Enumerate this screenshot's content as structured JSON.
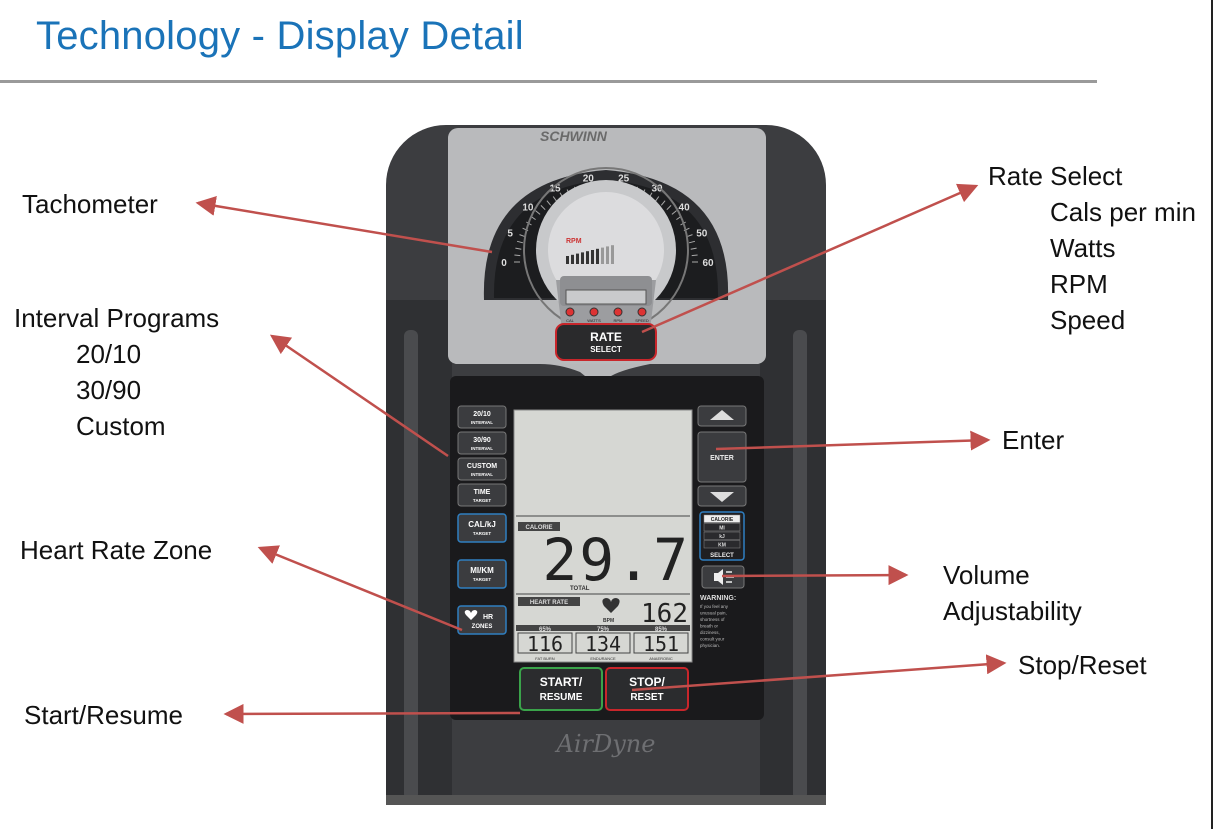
{
  "title": "Technology - Display Detail",
  "labels": {
    "tachometer": "Tachometer",
    "interval_programs": {
      "heading": "Interval Programs",
      "items": [
        "20/10",
        "30/90",
        "Custom"
      ]
    },
    "heart_rate_zone": "Heart Rate Zone",
    "start_resume": "Start/Resume",
    "rate_select": {
      "heading": "Rate Select",
      "items": [
        "Cals per min",
        "Watts",
        "RPM",
        "Speed"
      ]
    },
    "enter": "Enter",
    "volume": {
      "line1": "Volume",
      "line2": "Adjustability"
    },
    "stop_reset": "Stop/Reset"
  },
  "device": {
    "brand": "SCHWINN",
    "script_logo": "AirDyne",
    "gauge_scale": [
      "0",
      "5",
      "10",
      "15",
      "20",
      "25",
      "30",
      "40",
      "50",
      "60"
    ],
    "gauge_inner_text": "RPM",
    "gauge_inner_labels": [
      "CAL",
      "WATTS",
      "RPM",
      "SPEED"
    ],
    "rate_select_button": {
      "line1": "RATE",
      "line2": "SELECT"
    },
    "left_buttons": [
      {
        "line1": "20/10",
        "line2": "INTERVAL"
      },
      {
        "line1": "30/90",
        "line2": "INTERVAL"
      },
      {
        "line1": "CUSTOM",
        "line2": "INTERVAL"
      },
      {
        "line1": "TIME",
        "line2": "TARGET"
      },
      {
        "line1": "CAL/kJ",
        "line2": "TARGET"
      },
      {
        "line1": "MI/KM",
        "line2": "TARGET"
      },
      {
        "line1": "HR",
        "line2": "ZONES"
      }
    ],
    "right_buttons": {
      "enter": "ENTER",
      "select_options": [
        "CALORIE",
        "MI",
        "kJ",
        "KM"
      ],
      "select": "SELECT",
      "warning_title": "WARNING:",
      "warning_text": [
        "If you feel any",
        "unusual pain,",
        "shortness of",
        "breath or",
        "dizziness,",
        "consult your",
        "physician."
      ]
    },
    "lcd": {
      "calorie_tag": "CALORIE",
      "main_value": "29.7",
      "total_label": "TOTAL",
      "heart_rate_tag": "HEART RATE",
      "bpm_value": "162",
      "bpm_label": "BPM",
      "zone_percents": [
        "65%",
        "75%",
        "85%"
      ],
      "zone_values": [
        "116",
        "134",
        "151"
      ],
      "zone_names": [
        "FAT BURN",
        "ENDURANCE",
        "ANAEROBIC"
      ]
    },
    "start_button": {
      "line1": "START/",
      "line2": "RESUME"
    },
    "stop_button": {
      "line1": "STOP/",
      "line2": "RESET"
    }
  },
  "colors": {
    "title": "#1a73b8",
    "arrow": "#c0504d",
    "start_border": "#3aa34a",
    "stop_border": "#c8262b",
    "blue_button_border": "#2f7fc1"
  }
}
